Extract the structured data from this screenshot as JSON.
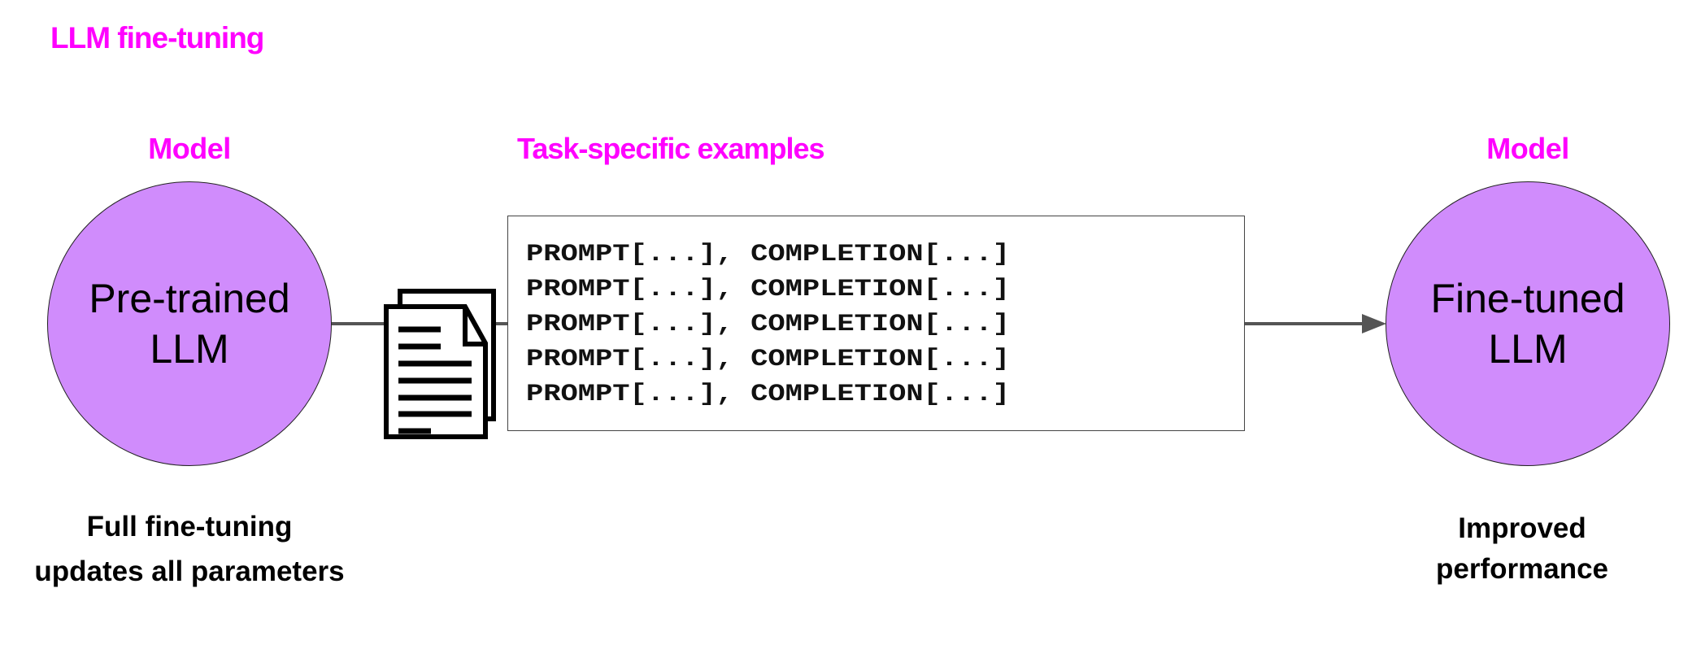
{
  "title": "LLM fine-tuning",
  "left_model": {
    "label": "Model",
    "name_line1": "Pre-trained",
    "name_line2": "LLM",
    "caption_line1": "Full fine-tuning",
    "caption_line2": "updates all parameters"
  },
  "examples": {
    "label": "Task-specific examples",
    "rows": [
      "PROMPT[...], COMPLETION[...]",
      "PROMPT[...], COMPLETION[...]",
      "PROMPT[...], COMPLETION[...]",
      "PROMPT[...], COMPLETION[...]",
      "PROMPT[...], COMPLETION[...]"
    ],
    "icon": "documents-icon"
  },
  "right_model": {
    "label": "Model",
    "name_line1": "Fine-tuned",
    "name_line2": "LLM",
    "caption_line1": "Improved",
    "caption_line2": "performance"
  },
  "colors": {
    "accent": "#ff00ff",
    "circle": "#d08cfc",
    "connector": "#555555"
  }
}
